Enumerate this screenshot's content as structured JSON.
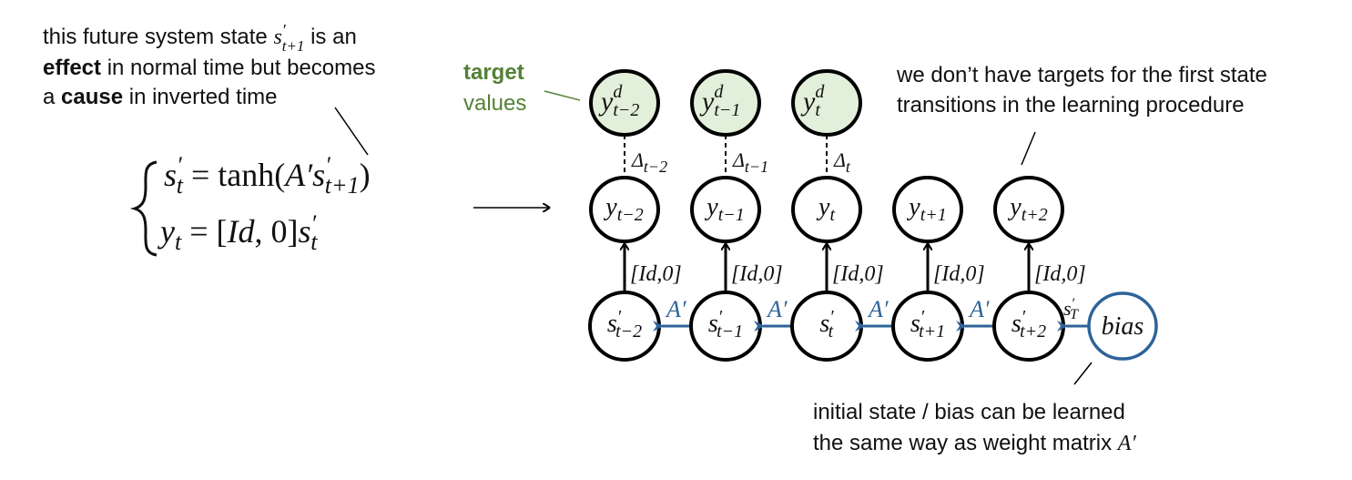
{
  "notes": {
    "future_state": {
      "l1a": "this future system state ",
      "sym": "s",
      "sup": "′",
      "sub": "t+1",
      "l1b": " is an",
      "l2bold": "effect",
      "l2": " in normal time but becomes",
      "l3a": "a ",
      "l3bold": "cause",
      "l3b": " in inverted time"
    },
    "target": {
      "bold": "target",
      "plain": "values"
    },
    "no_targets": {
      "l1": "we don’t have targets for the first state",
      "l2": "transitions in the learning procedure"
    },
    "bias": {
      "l1": "initial state / bias can be learned",
      "l2a": "the same way as weight matrix ",
      "l2sym": "A′"
    }
  },
  "equation": {
    "line1": {
      "lhs": "s",
      "lhs_sup": "′",
      "lhs_sub": "t",
      "eq": " = ",
      "fn": "tanh(",
      "a": "A′",
      "s": "s",
      "s_sup": "′",
      "s_sub": "t+1",
      "close": ")"
    },
    "line2": {
      "lhs": "y",
      "lhs_sub": "t",
      "eq": " = ",
      "mat": "[",
      "id": "Id",
      "rest": ", 0]",
      "s": "s",
      "s_sup": "′",
      "s_sub": "t"
    }
  },
  "diagram": {
    "targets": [
      {
        "sub": "t−2",
        "delta": "t−2"
      },
      {
        "sub": "t−1",
        "delta": "t−1"
      },
      {
        "sub": "t",
        "delta": "t"
      }
    ],
    "target_sup": "d",
    "delta_symbol": "Δ",
    "outputs": [
      "t−2",
      "t−1",
      "t",
      "t+1",
      "t+2"
    ],
    "states": [
      "t−2",
      "t−1",
      "t",
      "t+1",
      "t+2"
    ],
    "readout_label": "[Id,0]",
    "transition_label": "A′",
    "bias_label": "bias",
    "bias_edge_label": {
      "sym": "s",
      "sup": "′",
      "sub": "T"
    },
    "colors": {
      "target_fill": "#e2efda",
      "accent_blue": "#2e6399",
      "accent_green": "#538135"
    }
  }
}
